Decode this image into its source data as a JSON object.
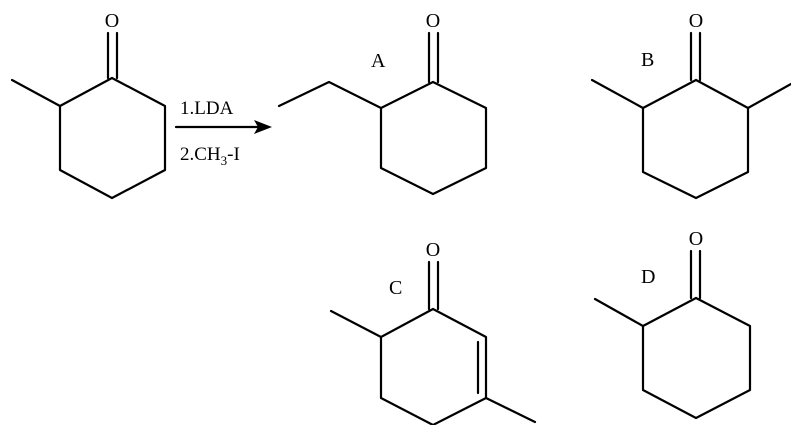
{
  "reagents": {
    "step1": "1.LDA",
    "step2_prefix": "2.CH",
    "step2_subscript": "3",
    "step2_suffix": "-I"
  },
  "atom_symbol": "O",
  "options": {
    "a": "A",
    "b": "B",
    "c": "C",
    "d": "D"
  },
  "colors": {
    "ink": "#000000",
    "background": "#ffffff"
  }
}
